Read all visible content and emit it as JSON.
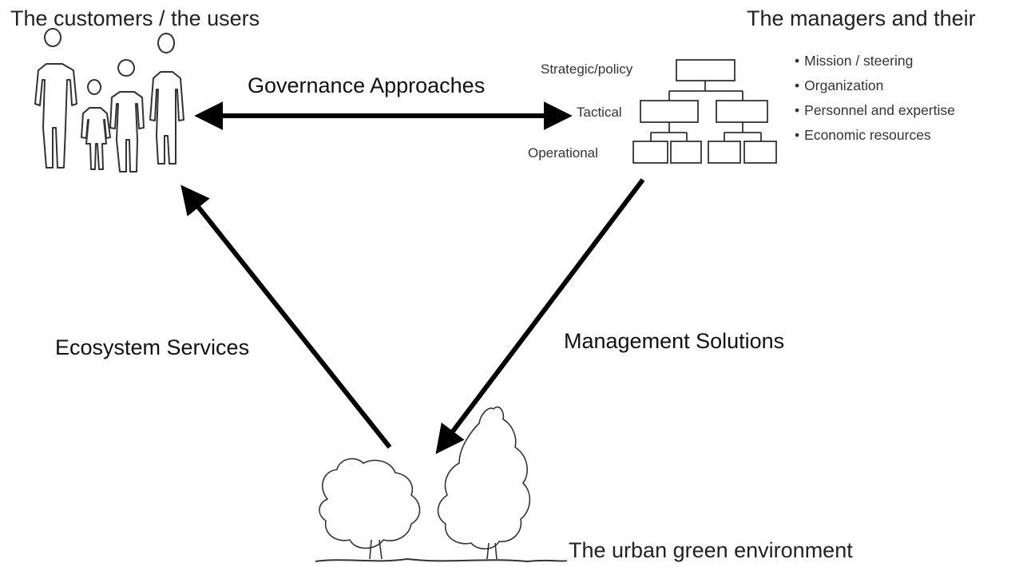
{
  "headings": {
    "customers": "The customers / the users",
    "managers": "The managers and their",
    "environment": "The urban green environment"
  },
  "flows": {
    "governance": "Governance Approaches",
    "ecosystem": "Ecosystem Services",
    "management": "Management Solutions"
  },
  "org_levels": {
    "strategic": "Strategic/policy",
    "tactical": "Tactical",
    "operational": "Operational"
  },
  "manager_aspects": [
    "Mission / steering",
    "Organization",
    "Personnel and expertise",
    "Economic resources"
  ],
  "icons": {
    "people": "people-silhouettes-icon",
    "org_chart": "org-chart-icon",
    "trees": "trees-icon"
  }
}
